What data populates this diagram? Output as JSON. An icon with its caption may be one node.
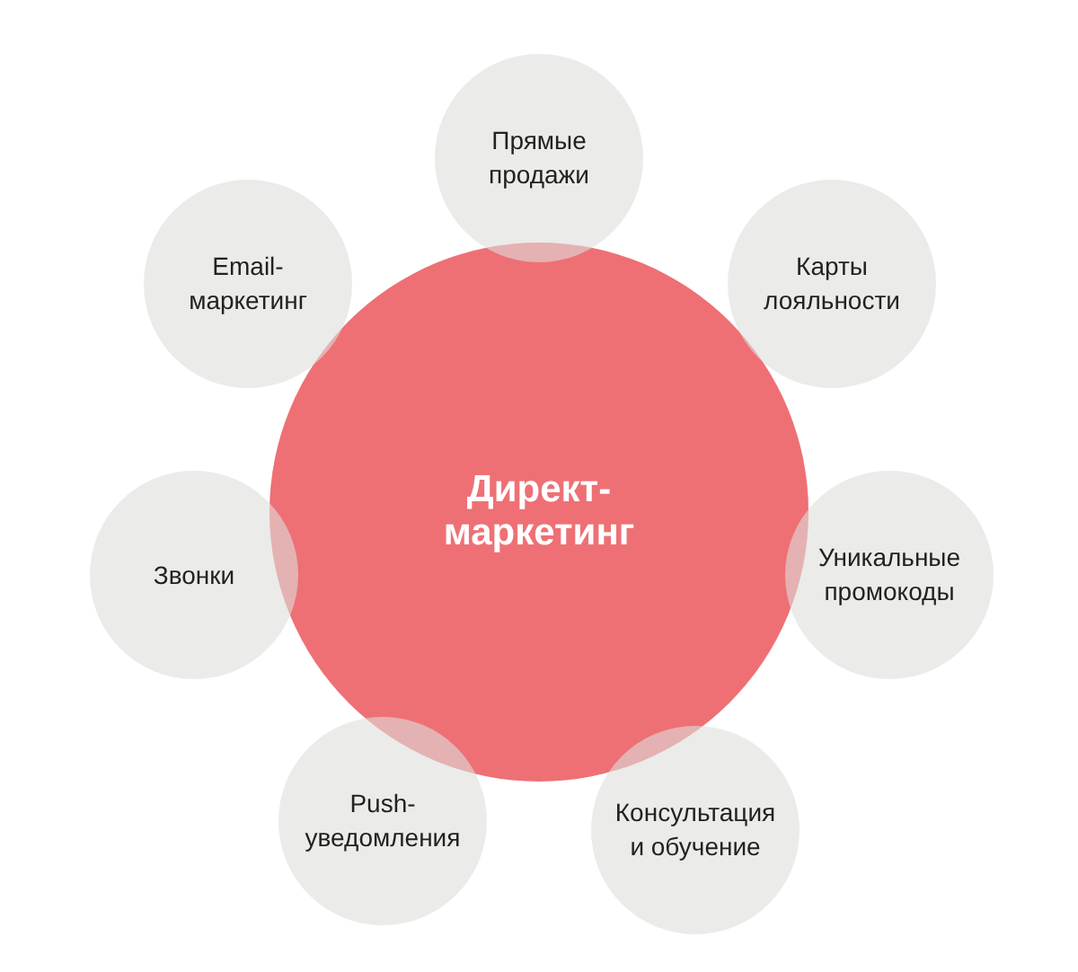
{
  "diagram": {
    "nodes": [
      {
        "text": [
          "Директ-маркетинг"
        ]
      },
      {
        "text": [
          "Прямые продажи"
        ]
      },
      {
        "text": [
          "Карты лояльности"
        ]
      },
      {
        "text": [
          "Уникальные промокоды"
        ]
      },
      {
        "text": [
          "Консультация и обучение"
        ]
      },
      {
        "text": [
          "Push-уведомления"
        ]
      },
      {
        "text": [
          "Звонки"
        ]
      },
      {
        "text": [
          "Email-маркетинг"
        ]
      }
    ],
    "edges": []
  }
}
